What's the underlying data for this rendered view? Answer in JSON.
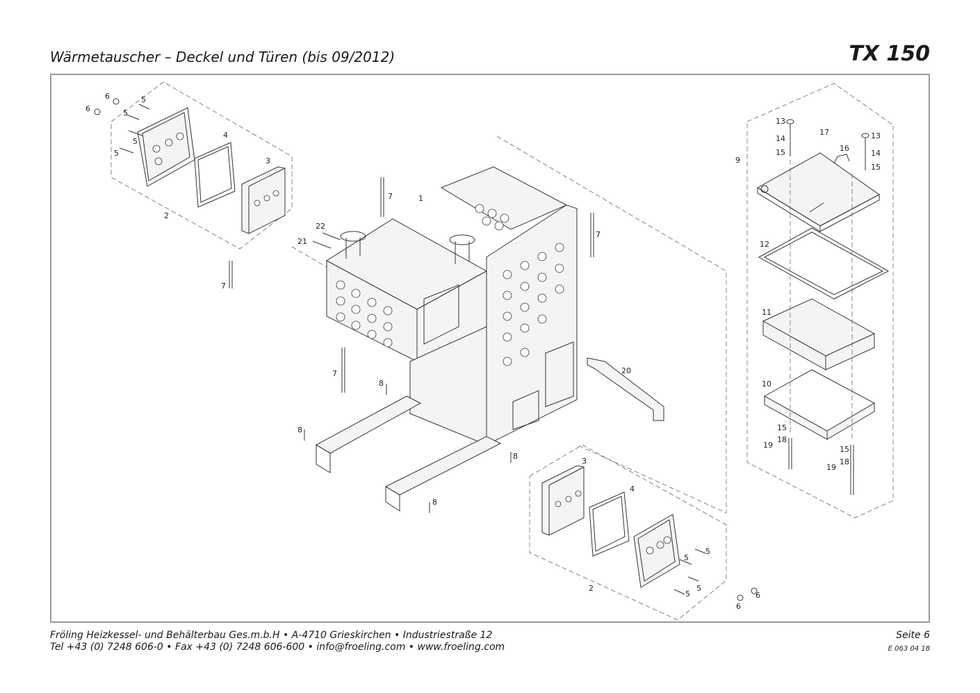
{
  "header": {
    "title": "Wärmetauscher – Deckel und Türen (bis 09/2012)",
    "model": "TX 150"
  },
  "footer": {
    "company_line": "Fröling Heizkessel- und Behälterbau Ges.m.b.H   •  A-4710 Grieskirchen   •  Industriestraße 12",
    "contact_line": "Tel +43 (0) 7248 606-0   •  Fax +43 (0) 7248 606-600   •  info@froeling.com   •  www.froeling.com",
    "page": "Seite 6",
    "doc_code": "E 063 04 18"
  },
  "labels": {
    "l_6a": "6",
    "l_6b": "6",
    "l_5a": "5",
    "l_5b": "5",
    "l_5c": "5",
    "l_5d": "5",
    "l_4a": "4",
    "l_3a": "3",
    "l_2a": "2",
    "l_7a": "7",
    "l_7b": "7",
    "l_7c": "7",
    "l_7d": "7",
    "l_1": "1",
    "l_22": "22",
    "l_21": "21",
    "l_20": "20",
    "l_8a": "8",
    "l_8b": "8",
    "l_8c": "8",
    "l_8d": "8",
    "l_3b": "3",
    "l_4b": "4",
    "l_2b": "2",
    "l_5e": "5",
    "l_5f": "5",
    "l_5g": "5",
    "l_5h": "5",
    "l_6c": "6",
    "l_6d": "6",
    "l_9": "9",
    "l_13a": "13",
    "l_13b": "13",
    "l_14a": "14",
    "l_14b": "14",
    "l_15a": "15",
    "l_15b": "15",
    "l_15c": "15",
    "l_15d": "15",
    "l_16": "16",
    "l_17": "17",
    "l_12": "12",
    "l_11": "11",
    "l_10": "10",
    "l_18a": "18",
    "l_18b": "18",
    "l_19a": "19",
    "l_19b": "19"
  }
}
